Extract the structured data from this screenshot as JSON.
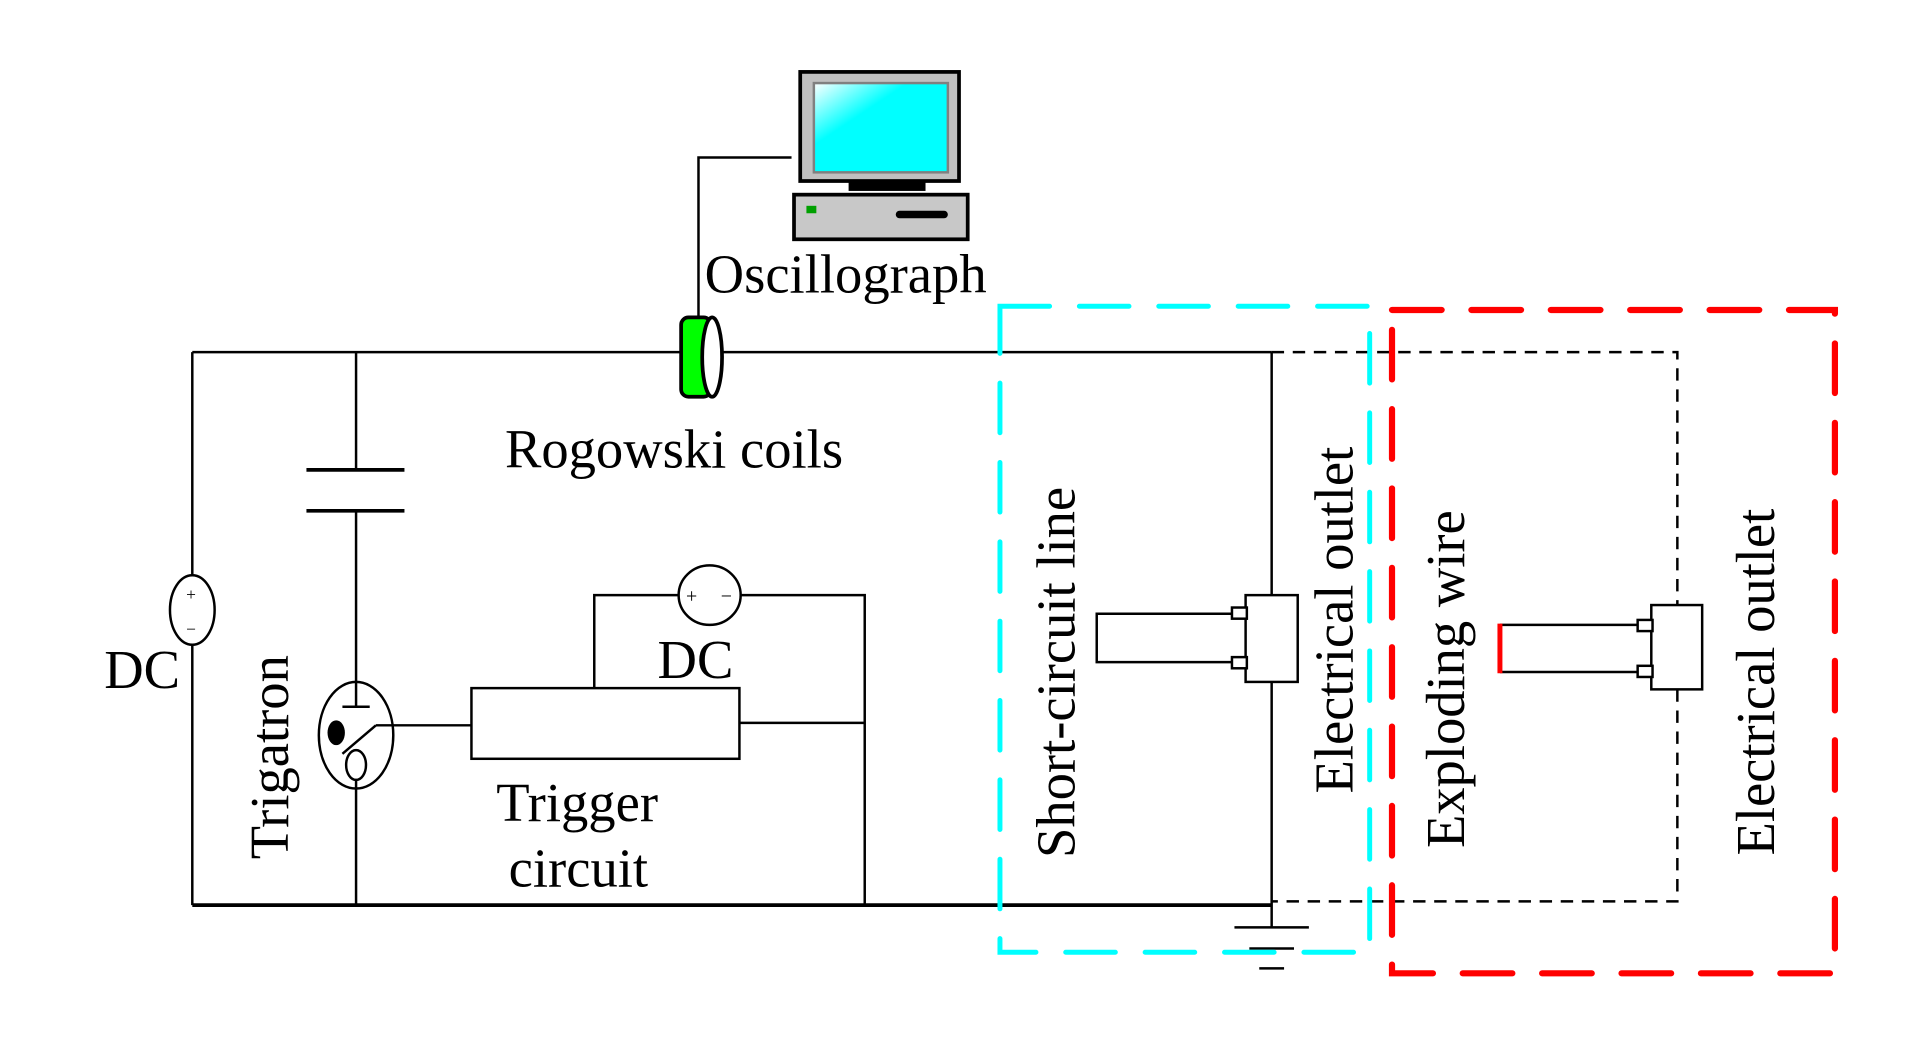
{
  "diagram": {
    "title": "Exploding wire experimental circuit",
    "labels": {
      "oscillograph": "Oscillograph",
      "rogowski": "Rogowski coils",
      "dc_main": "DC",
      "trigatron": "Trigatron",
      "dc_trigger": "DC",
      "trigger_circuit_line1": "Trigger",
      "trigger_circuit_line2": "circuit",
      "short_circuit_line": "Short-circuit line",
      "electrical_outlet_1": "Electrical outlet",
      "exploding_wire": "Exploding wire",
      "electrical_outlet_2": "Electrical outlet",
      "plus": "+",
      "minus": "−"
    },
    "colors": {
      "short_circuit_box": "#00FFFF",
      "exploding_wire_box": "#FF0000",
      "rogowski_coil": "#00FF00",
      "monitor_screen": "#00FFFF",
      "exploding_wire": "#FF0000"
    },
    "icons": [
      "computer-icon",
      "rogowski-coil-icon",
      "dc-source-icon",
      "capacitor-icon",
      "trigatron-icon",
      "ground-icon",
      "outlet-icon"
    ]
  }
}
